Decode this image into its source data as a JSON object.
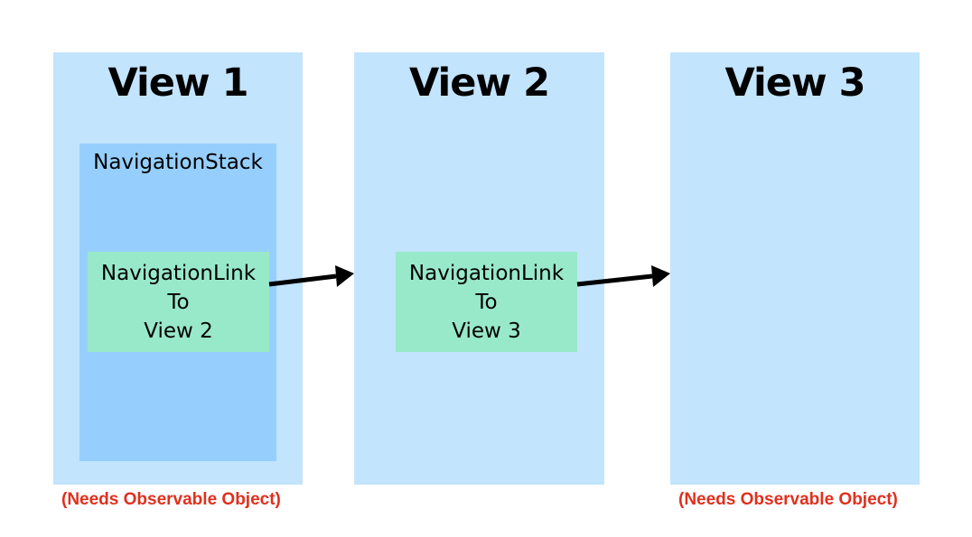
{
  "views": [
    {
      "title": "View 1"
    },
    {
      "title": "View 2"
    },
    {
      "title": "View 3"
    }
  ],
  "nav_stack": {
    "label": "NavigationStack"
  },
  "links": [
    {
      "line1": "NavigationLink",
      "line2": "To",
      "line3": "View 2"
    },
    {
      "line1": "NavigationLink",
      "line2": "To",
      "line3": "View 3"
    }
  ],
  "notes": {
    "view1": "(Needs Observable Object)",
    "view3": "(Needs Observable Object)"
  },
  "colors": {
    "view_panel": "#c3e4fd",
    "nav_stack": "#96cffd",
    "nav_link": "#98e9c9",
    "note_text": "#e0301e",
    "arrow": "#000000"
  }
}
